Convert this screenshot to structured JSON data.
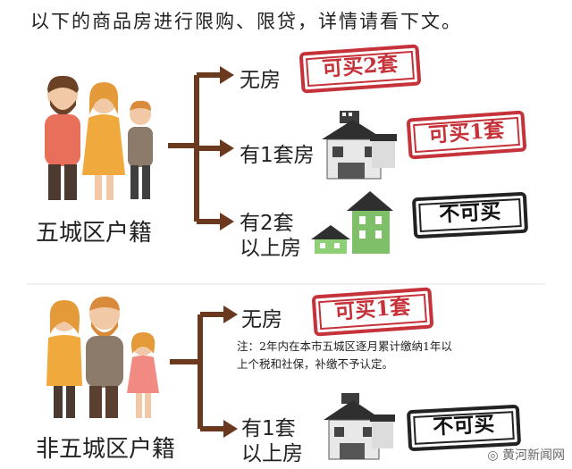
{
  "title": "以下的商品房进行限购、限贷，详情请看下文。",
  "section1": {
    "label": "五城区户籍",
    "rows": [
      {
        "condition": "无房",
        "result": "可买2套",
        "style": "red"
      },
      {
        "condition": "有1套房",
        "result": "可买1套",
        "style": "red"
      },
      {
        "condition_line1": "有2套",
        "condition_line2": "以上房",
        "result": "不可买",
        "style": "black"
      }
    ]
  },
  "section2": {
    "label": "非五城区户籍",
    "rows": [
      {
        "condition": "无房",
        "result": "可买1套",
        "style": "red"
      },
      {
        "condition_line1": "有1套",
        "condition_line2": "以上房",
        "result": "不可买",
        "style": "black"
      }
    ],
    "note_line1": "注：2年内在本市五城区逐月累计缴纳1年以",
    "note_line2": "上个税和社保，补缴不予认定。"
  },
  "watermark": "黄河新闻网",
  "colors": {
    "arrow": "#6b3a1e",
    "stamp_red": "#c6323a",
    "stamp_black": "#222222",
    "house_green": "#7fbf6a"
  }
}
